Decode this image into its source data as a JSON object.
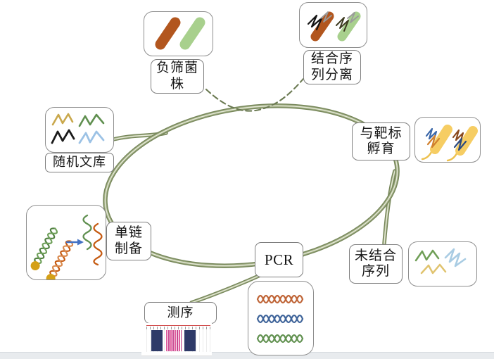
{
  "diagram": {
    "type": "cycle-diagram",
    "language": "zh-CN",
    "nodes": {
      "negative_strain": {
        "label_lines": [
          "负筛菌",
          "株"
        ]
      },
      "bound_separation": {
        "label_lines": [
          "结合序",
          "列分离"
        ]
      },
      "random_library": {
        "label_lines": [
          "随机文库"
        ]
      },
      "target_incubation": {
        "label_lines": [
          "与靶标",
          "孵育"
        ]
      },
      "ssdna_prep": {
        "label_lines": [
          "单链",
          "制备"
        ]
      },
      "pcr": {
        "label_lines": [
          "PCR"
        ]
      },
      "unbound_sequences": {
        "label_lines": [
          "未结合",
          "序列"
        ]
      },
      "sequencing": {
        "label_lines": [
          "测序"
        ]
      }
    },
    "connections": [
      "random_library -> cycle ring (solid green branch)",
      "cycle ring -> unbound_sequences (solid green branch)",
      "cycle ring -> sequencing (solid green branch)",
      "negative_strain -- bound_separation (dashed curve touching ring top)"
    ]
  },
  "icons": {
    "negative-strain-icon": "two diagonal bacteria rods, brown + light green",
    "bound-separation-icon": "brown and green rods with black/gray aptamer squiggles",
    "random-library-icon": "four colored squiggle strands (gold, green, black, light blue)",
    "target-incubation-icon": "two yellow bacteria with flagella and colored aptamer squiggles",
    "ssdna-prep-icon": "two biotin-tagged double helices, blue arrow, two single strands",
    "pcr-product-icon": "three horizontal double helices (orange, blue, green)",
    "unbound-sequences-icon": "three squiggle strands (green, light blue, pale gold)",
    "sequencing-gel-icon": "alignment trace: red ruler line, navy blocks, pink striped block"
  },
  "colors": {
    "ring_green_dark": "#76865a",
    "ring_green_mid": "#9dab80",
    "ring_green_light": "#e7ead9",
    "dashed_connector": "#6b7a52",
    "rod_brown": "#b2561e",
    "rod_light_green": "#a8d08d",
    "rod_yellow": "#f6cd63",
    "strand_gold": "#c9a84c",
    "strand_green": "#5f8f4f",
    "strand_black": "#1b1b1b",
    "strand_light_blue": "#9cc2e5",
    "strand_orange": "#c55a11",
    "strand_blue": "#3f649a",
    "arrow_blue": "#4472c4",
    "biotin_gold": "#d4a017",
    "gel_navy": "#2e3a68",
    "gel_pink": "#e0609f",
    "gel_red_line": "#cf4040",
    "label_border_gray": "#7f7f7f",
    "footer_band": "#e8ebee"
  }
}
